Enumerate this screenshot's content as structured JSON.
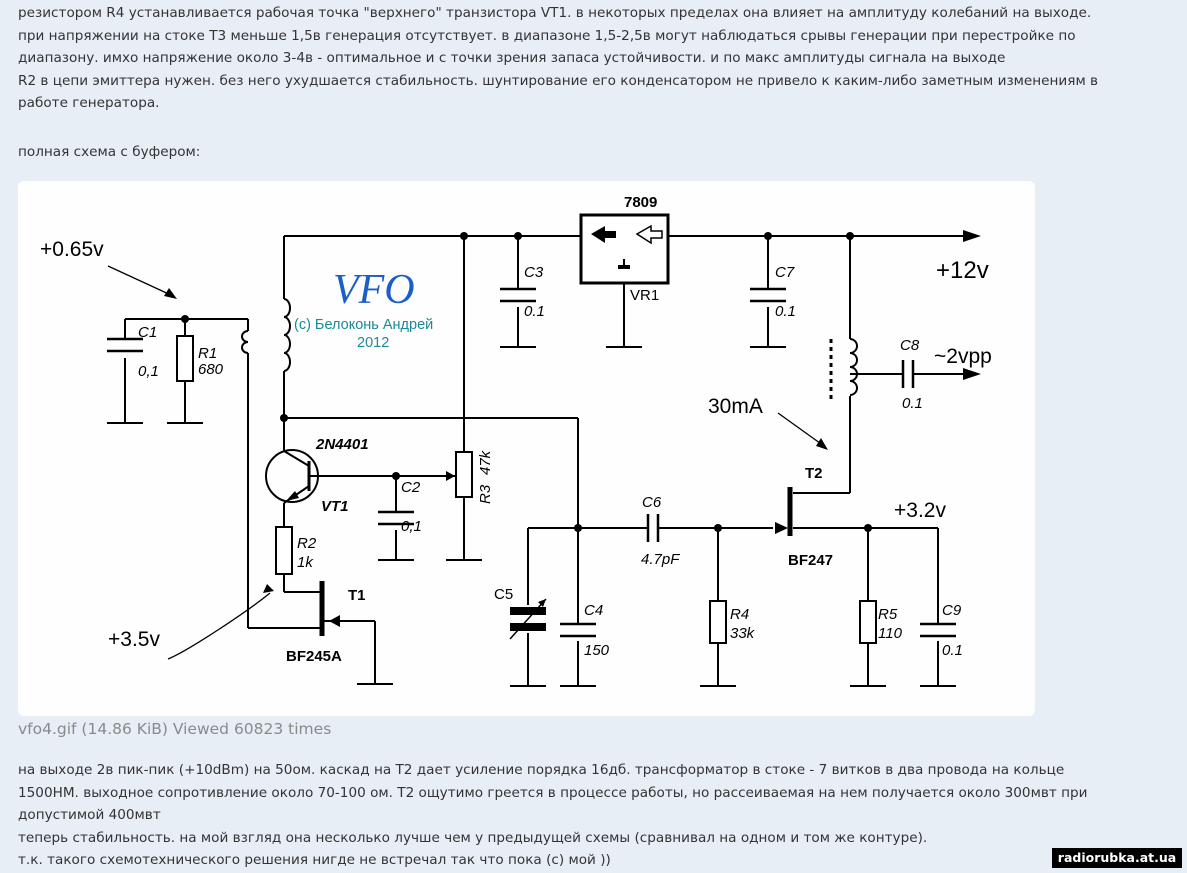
{
  "post": {
    "paragraph1": [
      "резистором R4 устанавливается рабочая точка \"верхнего\" транзистора VT1. в некоторых пределах она влияет на амплитуду колебаний на выходе.",
      "при напряжении на стоке Т3 меньше 1,5в генерация отсутствует. в диапазоне 1,5-2,5в могут наблюдаться срывы генерации при перестройке по",
      "диапазону. имхо напряжение около 3-4в - оптимальное и с точки зрения запаса устойчивости. и по макс амплитуды сигнала на выходе",
      "R2 в цепи эмиттера нужен. без него ухудшается стабильность. шунтирование его конденсатором не привело к каким-либо заметным изменениям в",
      "работе генератора."
    ],
    "paragraph2": "полная схема с буфером:",
    "paragraph3": [
      "на выходе 2в пик-пик (+10dBm) на 50ом. каскад на Т2 дает усиление порядка 16дб. трансформатор в стоке - 7 витков в два провода на кольце",
      "1500НМ. выходное сопротивление около 70-100 ом. Т2 ощутимо греется в процессе работы, но рассеиваемая на нем получается около 300мвт при",
      "допустимой 400мвт",
      "теперь стабильность. на мой взгляд она несколько лучше чем у предыдущей схемы (сравнивал на одном и том же контуре).",
      "т.к. такого схемотехнического решения нигде не встречал так что пока (с) мой ))"
    ]
  },
  "attachment": {
    "caption": "vfo4.gif (14.86 KiB) Viewed 60823 times"
  },
  "schematic": {
    "title": "VFO",
    "copyright": "(с) Белоконь Андрей",
    "year": "2012",
    "labels": {
      "v065": "+0.65v",
      "v12": "+12v",
      "v35": "+3.5v",
      "v32": "+3.2v",
      "vpp": "~2vpp",
      "ma30": "30mA",
      "reg": "7809",
      "vr1": "VR1",
      "q2n": "2N4401",
      "vt1": "VT1",
      "t1": "T1",
      "t1type": "BF245A",
      "t2": "T2",
      "t2type": "BF247",
      "c1": "C1",
      "c1v": "0,1",
      "r1": "R1",
      "r1v": "680",
      "c3": "C3",
      "c3v": "0.1",
      "c7": "C7",
      "c7v": "0.1",
      "c8": "C8",
      "c8v": "0.1",
      "c2": "C2",
      "c2v": "0,1",
      "r3": "R3",
      "r3v": "47k",
      "r2": "R2",
      "r2v": "1k",
      "c6": "C6",
      "c6v": "4.7pF",
      "c5": "C5",
      "c4": "C4",
      "c4v": "150",
      "r4": "R4",
      "r4v": "33k",
      "r5": "R5",
      "r5v": "110",
      "c9": "C9",
      "c9v": "0.1"
    },
    "colors": {
      "wire": "#000000",
      "title": "#1a5fc8",
      "credit": "#1a8a9a"
    }
  },
  "watermark": "radiorubka.at.ua"
}
